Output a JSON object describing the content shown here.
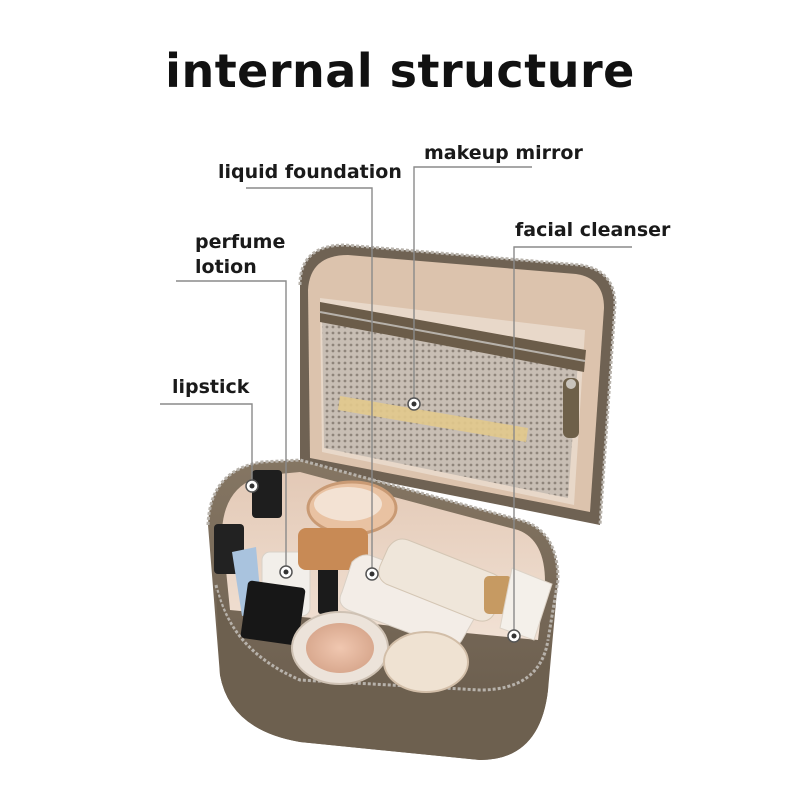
{
  "title": "internal structure",
  "callouts": {
    "liquid_foundation": "liquid foundation",
    "makeup_mirror": "makeup mirror",
    "perfume": "perfume",
    "lotion": "lotion",
    "facial_cleanser": "facial cleanser",
    "lipstick": "lipstick"
  },
  "colors": {
    "bag_shell": "#7a6c5b",
    "bag_lining": "#e9d4c3",
    "lid_inner": "#dcc3ad",
    "mesh_pocket": "#bfb3a8",
    "zipper": "#b7b2ab",
    "leader_line": "#8a8a8a"
  }
}
